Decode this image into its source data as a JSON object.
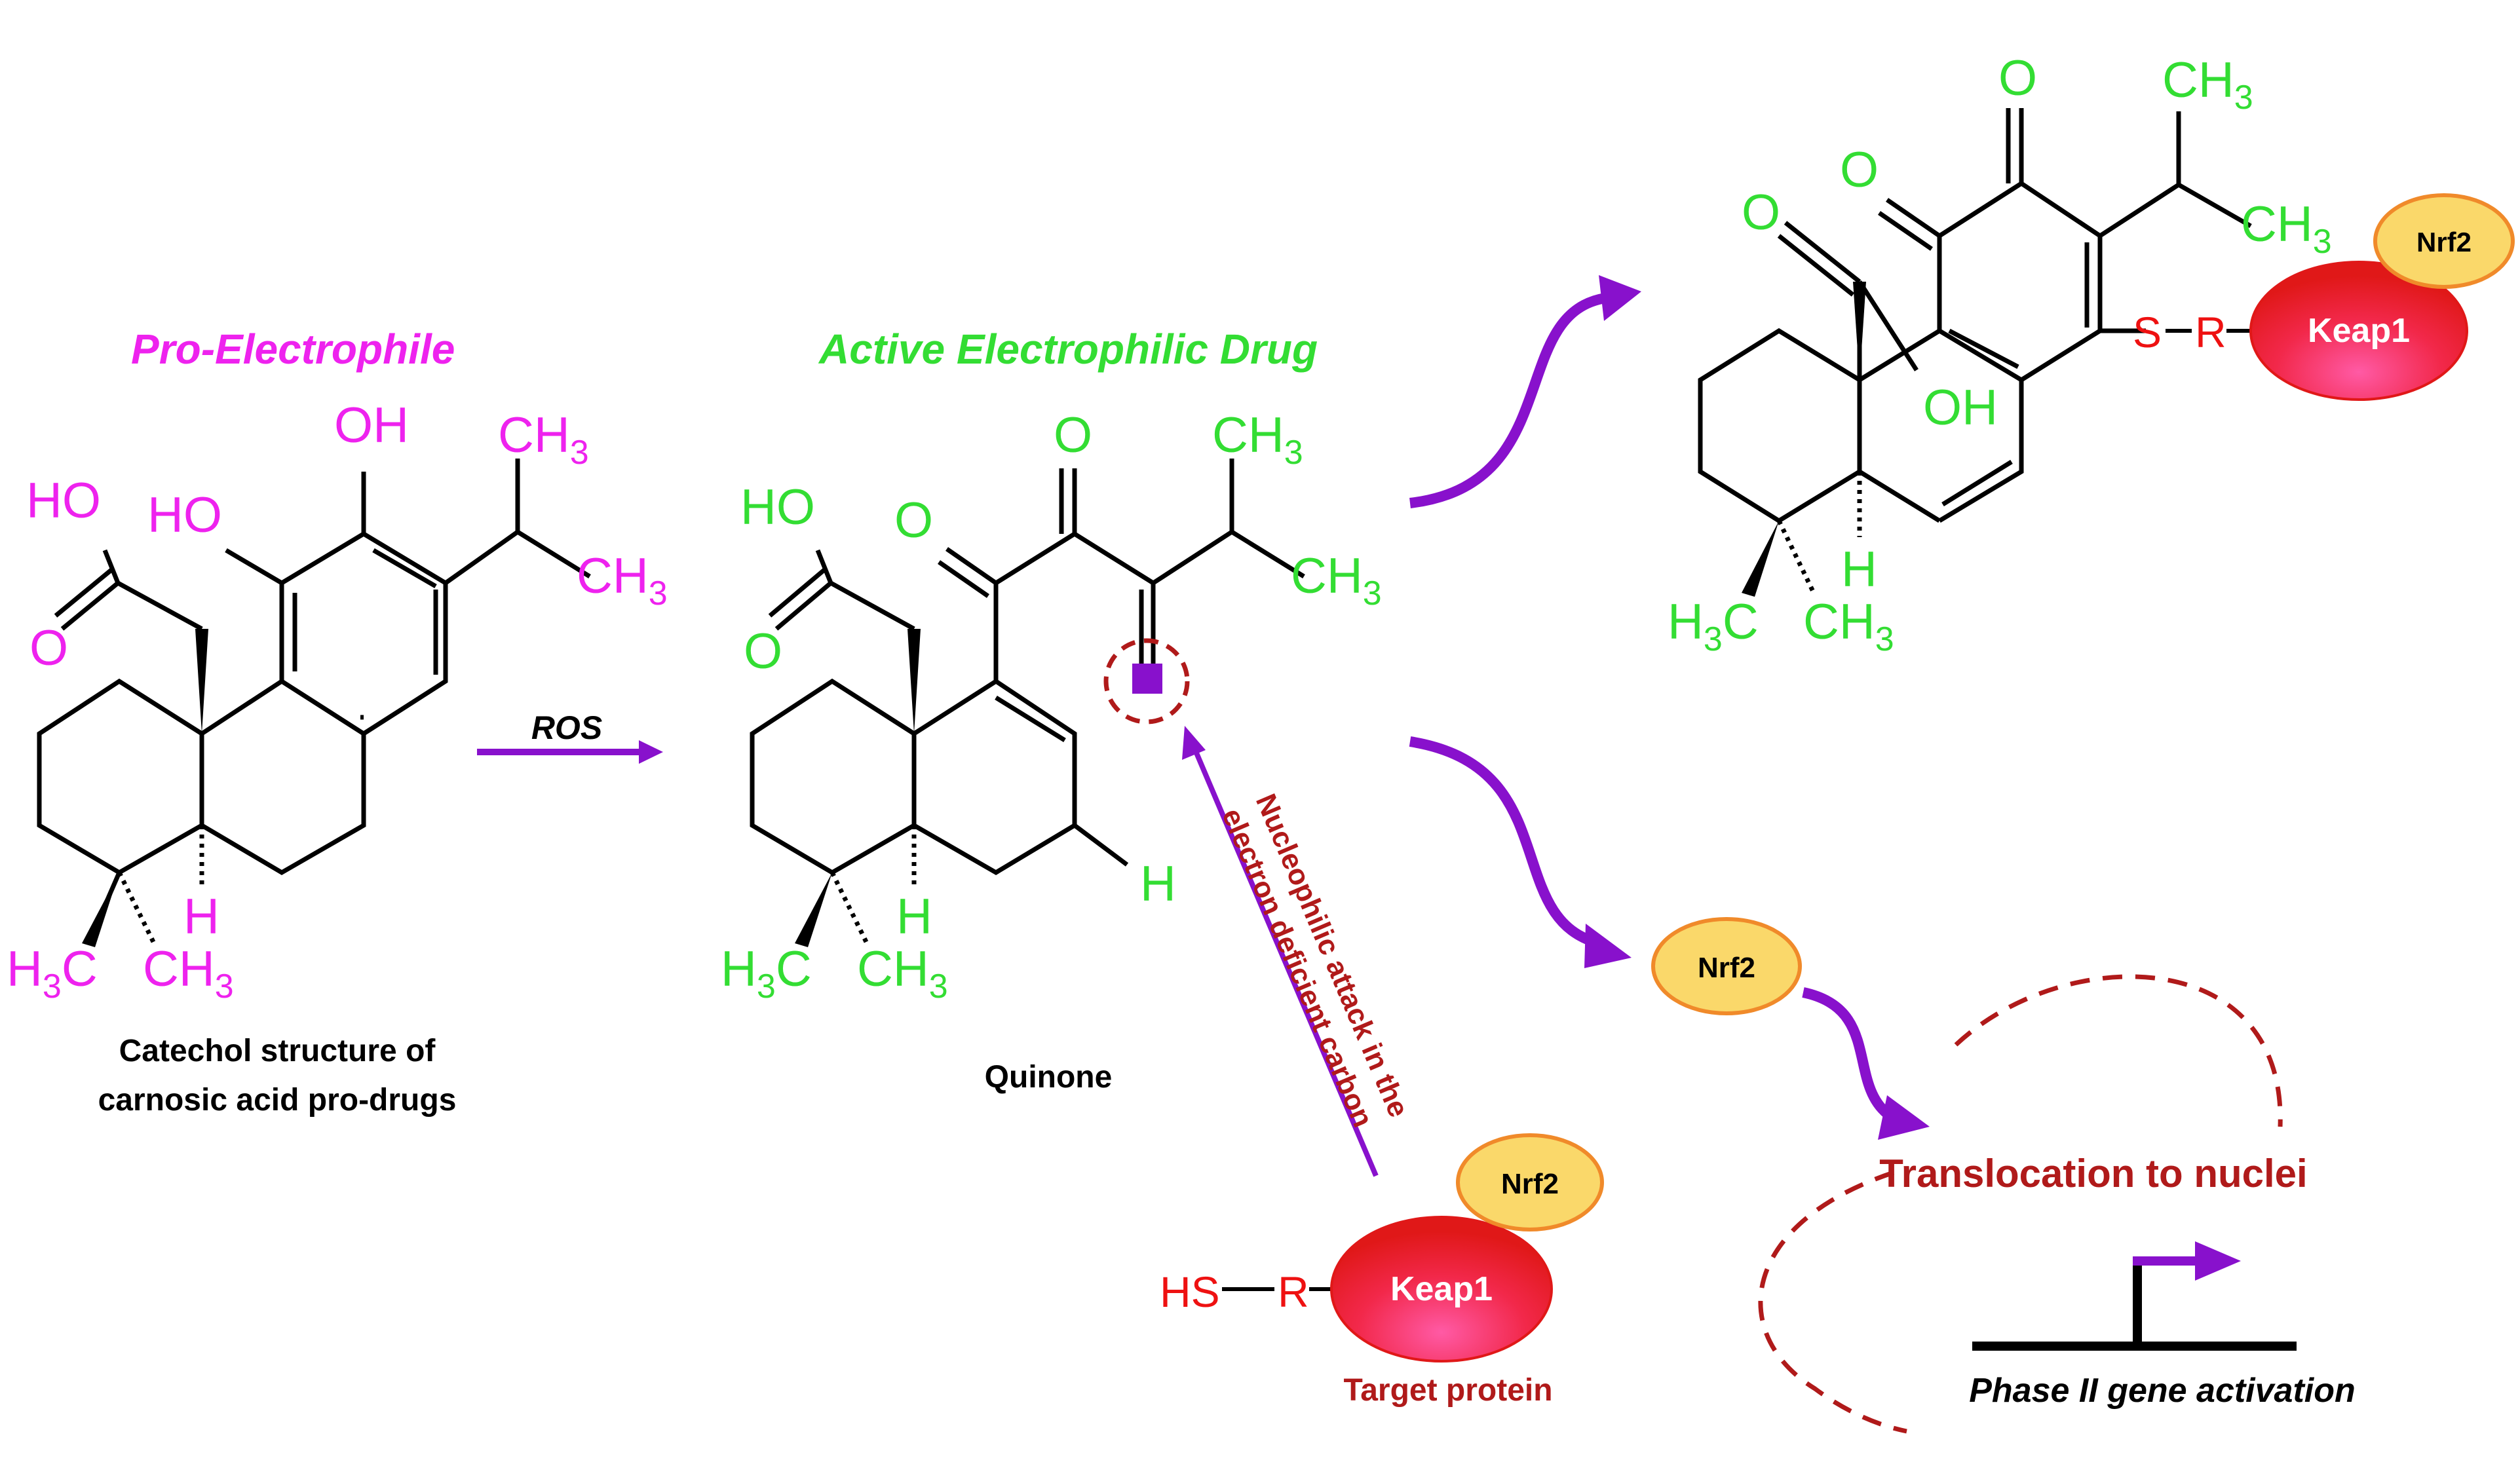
{
  "colors": {
    "magenta": "#ee22ee",
    "green": "#33dd33",
    "red": "#ee1111",
    "darkred": "#b01a1a",
    "purple": "#8811cc",
    "keap1": "#e8202a",
    "nrf2": "#fad86a"
  },
  "pro_drug": {
    "heading": "Pro-Electrophile",
    "caption_line1": "Catechol structure of",
    "caption_line2": "carnosic acid pro-drugs",
    "atoms": {
      "oh": "OH",
      "ho_ring": "HO",
      "ho_acid": "HO",
      "o_acid": "O",
      "ch3_top": "CH",
      "ch3_top_sub": "3",
      "ch3_mid": "CH",
      "ch3_mid_sub": "3",
      "h": "H",
      "h3c_h": "H",
      "h3c_sub": "3",
      "h3c_c": "C",
      "ch3_bot": "CH",
      "ch3_bot_sub": "3"
    }
  },
  "ros_label": "ROS",
  "active_drug": {
    "heading": "Active Electrophilic Drug",
    "caption": "Quinone",
    "atoms": {
      "o1": "O",
      "o2": "O",
      "ho_acid": "HO",
      "o_acid": "O",
      "ch3_top": "CH",
      "ch3_top_sub": "3",
      "ch3_mid": "CH",
      "ch3_mid_sub": "3",
      "h_ring": "H",
      "h": "H",
      "h3c_h": "H",
      "h3c_sub": "3",
      "h3c_c": "C",
      "ch3_bot": "CH",
      "ch3_bot_sub": "3"
    }
  },
  "attack_label_line1": "Nucleophilic attack in the",
  "attack_label_line2": "electron deficient carbon",
  "target": {
    "hs": "HS",
    "r": "R",
    "keap1": "Keap1",
    "nrf2": "Nrf2",
    "caption": "Target protein"
  },
  "adduct": {
    "atoms": {
      "o1": "O",
      "o2": "O",
      "o3": "O",
      "oh": "OH",
      "ch3_top": "CH",
      "ch3_top_sub": "3",
      "ch3_mid": "CH",
      "ch3_mid_sub": "3",
      "h": "H",
      "h3c_h": "H",
      "h3c_sub": "3",
      "h3c_c": "C",
      "ch3_bot": "CH",
      "ch3_bot_sub": "3",
      "s": "S",
      "r": "R"
    },
    "keap1": "Keap1",
    "nrf2": "Nrf2"
  },
  "free_nrf2": "Nrf2",
  "translocation_label": "Translocation to nuclei",
  "gene_label": "Phase II gene activation"
}
